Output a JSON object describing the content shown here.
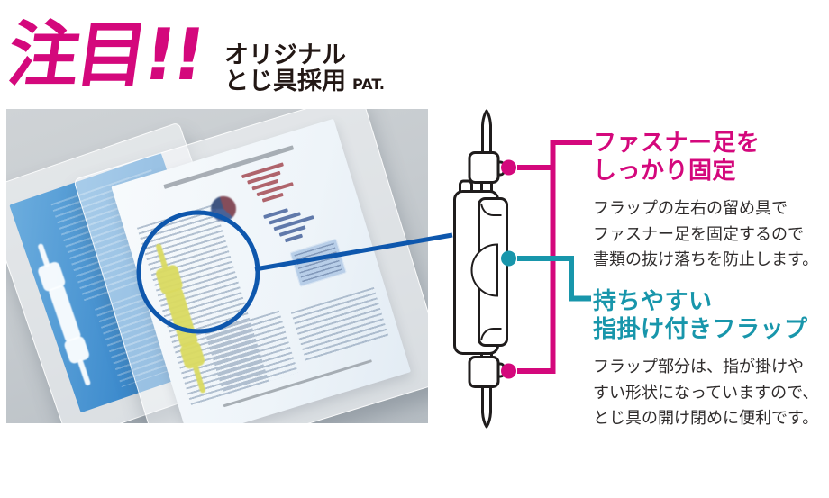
{
  "header": {
    "attention": "注目!!",
    "subtitle_line1": "オリジナル",
    "subtitle_line2": "とじ具採用",
    "pat": "PAT."
  },
  "colors": {
    "magenta": "#d4087c",
    "teal": "#1896ab",
    "blue_line": "#0e57ad",
    "text_dark": "#2e2b2b",
    "title_ink": "#231815"
  },
  "callouts": [
    {
      "heading_line1": "ファスナー足を",
      "heading_line2": "しっかり固定",
      "body_line1": "フラップの左右の留め具で",
      "body_line2": "ファスナー足を固定するので",
      "body_line3": "書類の抜け落ちを防止します。"
    },
    {
      "heading_line1": "持ちやすい",
      "heading_line2": "指掛け付きフラップ",
      "body_line1": "フラップ部分は、指が掛けや",
      "body_line2": "すい形状になっていますので、",
      "body_line3": "とじ具の開け閉めに便利です。"
    }
  ]
}
